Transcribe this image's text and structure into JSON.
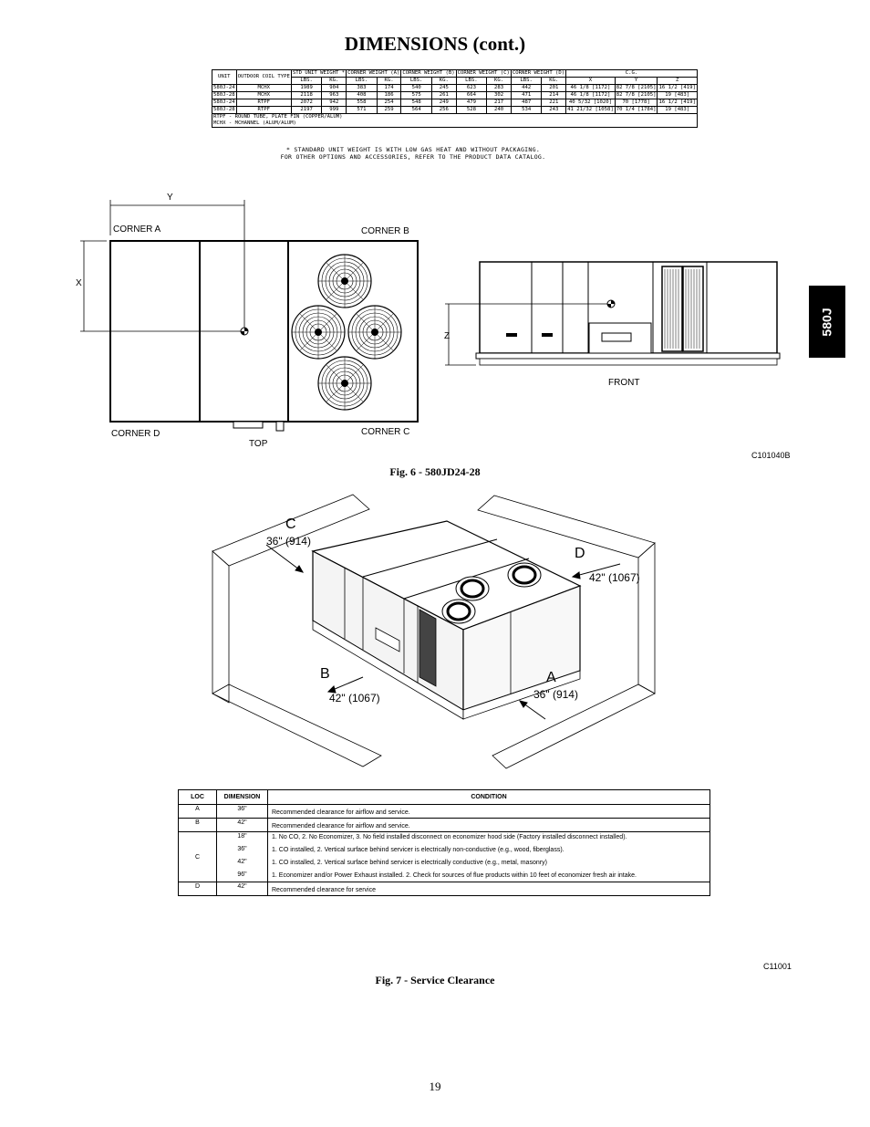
{
  "page_title": "DIMENSIONS (cont.)",
  "side_tab": "580J",
  "weight_table": {
    "header_row1": [
      "UNIT",
      "OUTDOOR COIL TYPE",
      "STD UNIT WEIGHT *",
      "CORNER WEIGHT (A)",
      "CORNER WEIGHT (B)",
      "CORNER WEIGHT (C)",
      "CORNER WEIGHT (D)",
      "C.G."
    ],
    "header_row2": [
      "LBS.",
      "KG.",
      "LBS.",
      "KG.",
      "LBS.",
      "KG.",
      "LBS.",
      "KG.",
      "LBS.",
      "KG.",
      "X",
      "Y",
      "Z"
    ],
    "rows": [
      [
        "580J-24",
        "MCHX",
        "1989",
        "904",
        "383",
        "174",
        "540",
        "245",
        "623",
        "283",
        "442",
        "201",
        "46 1/8 [1172]",
        "82 7/8 [2105]",
        "16 1/2 [419]"
      ],
      [
        "580J-28",
        "MCHX",
        "2118",
        "963",
        "408",
        "186",
        "575",
        "261",
        "664",
        "302",
        "471",
        "214",
        "46 1/8 [1172]",
        "82 7/8 [2105]",
        "19 [483]"
      ],
      [
        "580J-24",
        "RTPF",
        "2072",
        "942",
        "558",
        "254",
        "548",
        "249",
        "479",
        "217",
        "487",
        "221",
        "40 5/32 [1020]",
        "70 [1778]",
        "16 1/2 [419]"
      ],
      [
        "580J-28",
        "RTPF",
        "2197",
        "999",
        "571",
        "259",
        "564",
        "256",
        "528",
        "240",
        "534",
        "243",
        "41 21/32 [1058]",
        "70 1/4 [1784]",
        "19 [483]"
      ]
    ],
    "notes": [
      "RTPF - ROUND TUBE, PLATE FIN (COPPER/ALUM)",
      "MCHX - MCHANNEL (ALUM/ALUM)"
    ],
    "footnote_lines": [
      "* STANDARD UNIT WEIGHT IS WITH LOW GAS HEAT AND WITHOUT PACKAGING.",
      "FOR OTHER OPTIONS AND ACCESSORIES, REFER TO THE PRODUCT DATA CATALOG."
    ]
  },
  "fig6": {
    "top_view": {
      "corner_a": "CORNER A",
      "corner_b": "CORNER B",
      "corner_c": "CORNER C",
      "corner_d": "CORNER D",
      "label": "TOP",
      "dim_x": "X",
      "dim_y": "Y"
    },
    "front_view": {
      "label": "FRONT",
      "dim_z": "Z"
    },
    "code": "C101040B",
    "caption": "Fig. 6 - 580JD24-28"
  },
  "fig7": {
    "labels": {
      "c": "C",
      "c_dim": "36\" (914)",
      "d": "D",
      "d_dim": "42\" (1067)",
      "b": "B",
      "b_dim": "42\" (1067)",
      "a": "A",
      "a_dim": "36\" (914)"
    },
    "table": {
      "headers": [
        "LOC",
        "DIMENSION",
        "CONDITION"
      ],
      "loc_a": "A",
      "dim_a": "36\"",
      "cond_a": "Recommended clearance for airflow and service.",
      "loc_b": "B",
      "dim_b": "42\"",
      "cond_b": "Recommended clearance for airflow and service.",
      "loc_c": "C",
      "dims_c": [
        "18\"",
        "36\"",
        "42\"",
        "96\""
      ],
      "conds_c": [
        "1. No CO, 2. No Economizer, 3. No field installed disconnect on economizer hood side (Factory installed disconnect installed).",
        "1. CO installed,  2. Vertical surface behind servicer is electrically non-conductive (e.g., wood, fiberglass).",
        "1. CO installed,  2. Vertical surface behind servicer is electrically conductive (e.g., metal, masonry)",
        "1. Economizer and/or Power Exhaust installed.  2. Check for sources of flue products within 10 feet of economizer fresh air intake."
      ],
      "loc_d": "D",
      "dim_d": "42\"",
      "cond_d": "Recommended clearance for service"
    },
    "code": "C11001",
    "caption": "Fig. 7 - Service Clearance"
  },
  "page_number": "19"
}
